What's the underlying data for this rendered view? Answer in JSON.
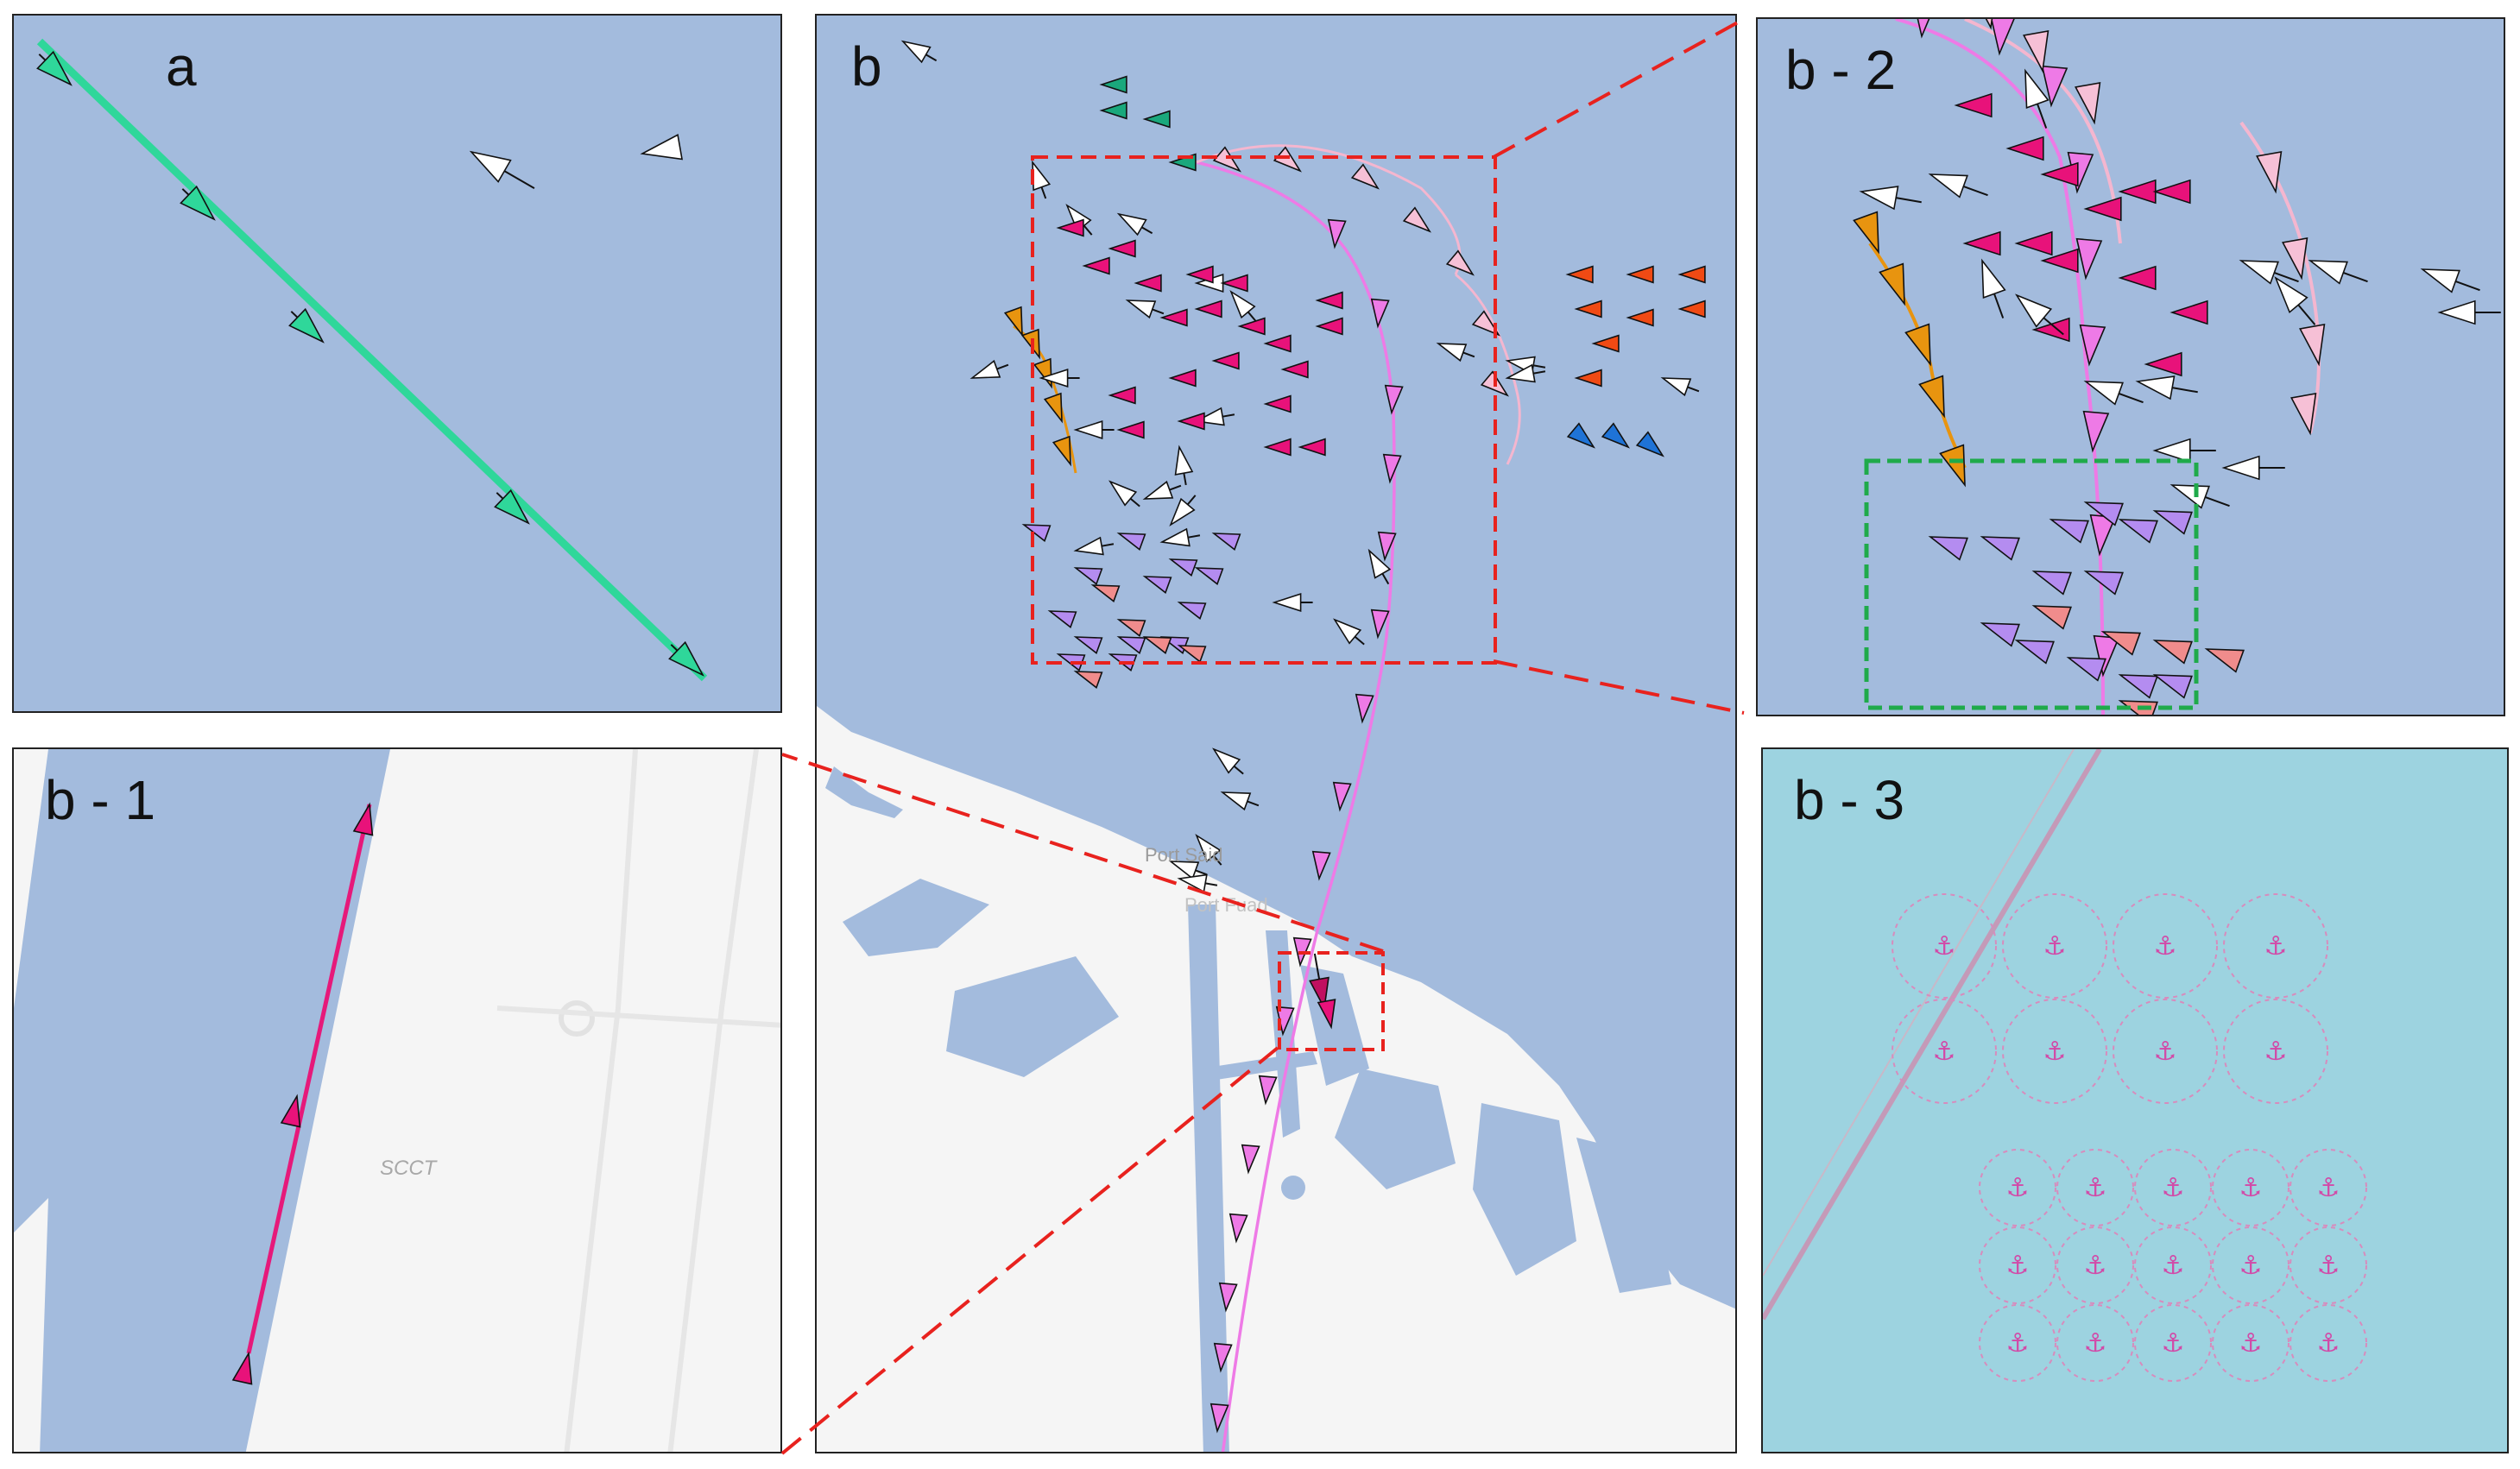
{
  "panels": {
    "a": {
      "label": "a"
    },
    "b": {
      "label": "b"
    },
    "b1": {
      "label": "b - 1"
    },
    "b2": {
      "label": "b - 2"
    },
    "b3": {
      "label": "b - 3"
    }
  },
  "map_labels": {
    "port_said": "Port Said",
    "port_fuad": "Port Fuad",
    "scct": "SCCT"
  },
  "colors": {
    "water": "#a3bbdd",
    "land": "#f5f5f5",
    "teal_water": "#9dd3e0",
    "zoom_box": "#e8221e",
    "focus_box": "#1faa4a",
    "track_green": "#2fd79a",
    "track_pink": "#e6197a",
    "track_violet": "#ee7ae6",
    "track_light_pink": "#f4b6cf",
    "track_orange": "#e8940f",
    "vessel_magenta": "#e8127a",
    "vessel_orange_red": "#f04a14",
    "vessel_blue": "#1f73d6",
    "vessel_lavender": "#b48cf0",
    "vessel_salmon": "#f08c8c",
    "vessel_white": "#ffffff",
    "vessel_light_pink": "#f6c0d6",
    "vessel_teal": "#1aa87c",
    "anchorage": "#d24aa8"
  },
  "icons": {
    "vessel": "vessel-triangle-icon",
    "anchorage": "anchor-icon"
  }
}
